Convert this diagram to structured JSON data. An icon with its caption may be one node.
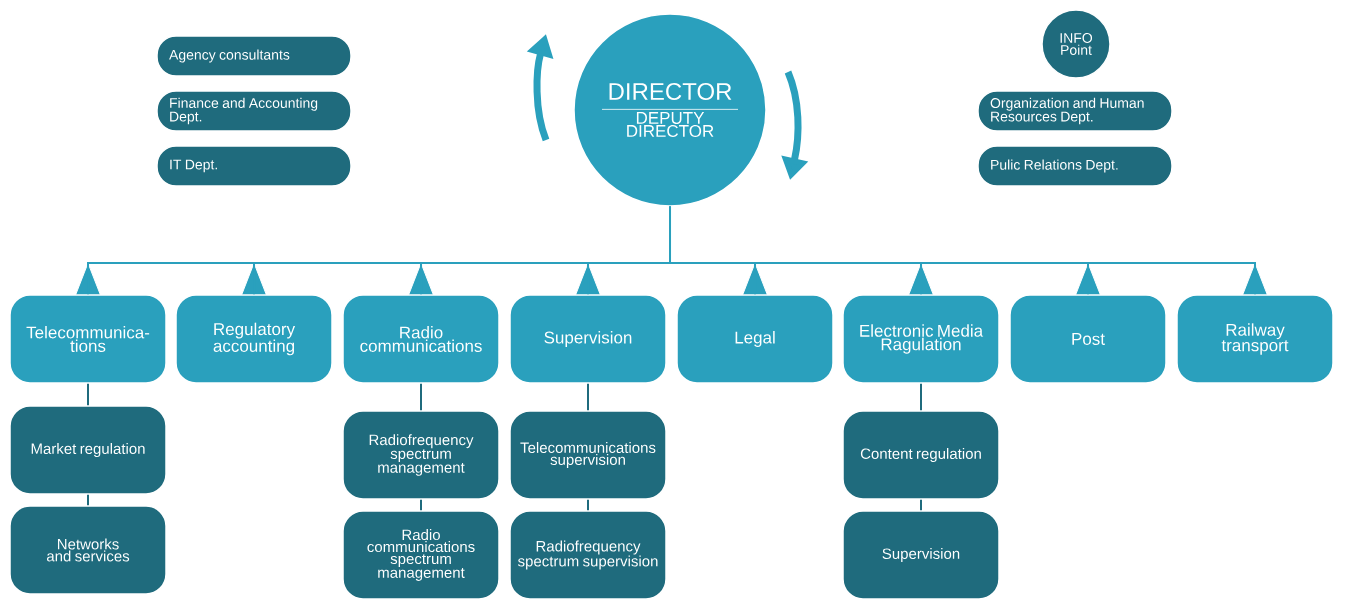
{
  "diagram": {
    "nodes": [
      {
        "text": [
          "DIRECTOR",
          "DEPUTY DIRECTOR"
        ]
      },
      {
        "text": [
          "Agency consultants"
        ]
      },
      {
        "text": [
          "Finance and Accounting Dept."
        ]
      },
      {
        "text": [
          "IT Dept."
        ]
      },
      {
        "text": [
          "INFO Point"
        ]
      },
      {
        "text": [
          "Organization and Human Resources Dept."
        ]
      },
      {
        "text": [
          "Pulic Relations Dept."
        ]
      },
      {
        "text": [
          "Telecommunica-tions"
        ]
      },
      {
        "text": [
          "Regulatory accounting"
        ]
      },
      {
        "text": [
          "Radio communications"
        ]
      },
      {
        "text": [
          "Supervision"
        ]
      },
      {
        "text": [
          "Legal"
        ]
      },
      {
        "text": [
          "Electronic Media Ragulation"
        ]
      },
      {
        "text": [
          "Post"
        ]
      },
      {
        "text": [
          "Railway transport"
        ]
      },
      {
        "text": [
          "Market regulation"
        ]
      },
      {
        "text": [
          "Networks and services"
        ]
      },
      {
        "text": [
          "Radiofrequency spectrum management"
        ]
      },
      {
        "text": [
          "Radio communications spectrum management"
        ]
      },
      {
        "text": [
          "Telecommunications supervision"
        ]
      },
      {
        "text": [
          "Radiofrequency spectrum supervision"
        ]
      },
      {
        "text": [
          "Content regulation"
        ]
      },
      {
        "text": [
          "Supervision"
        ]
      }
    ],
    "edges": [
      {
        "from": 0,
        "to": 7,
        "arrow": "none"
      },
      {
        "from": 0,
        "to": 8,
        "arrow": "none"
      },
      {
        "from": 0,
        "to": 9,
        "arrow": "none"
      },
      {
        "from": 0,
        "to": 10,
        "arrow": "none"
      },
      {
        "from": 0,
        "to": 11,
        "arrow": "none"
      },
      {
        "from": 0,
        "to": 12,
        "arrow": "none"
      },
      {
        "from": 0,
        "to": 13,
        "arrow": "none"
      },
      {
        "from": 0,
        "to": 14,
        "arrow": "none"
      },
      {
        "from": 7,
        "to": 15,
        "arrow": "none"
      },
      {
        "from": 15,
        "to": 16,
        "arrow": "none"
      },
      {
        "from": 9,
        "to": 17,
        "arrow": "none"
      },
      {
        "from": 17,
        "to": 18,
        "arrow": "none"
      },
      {
        "from": 10,
        "to": 19,
        "arrow": "none"
      },
      {
        "from": 19,
        "to": 20,
        "arrow": "none"
      },
      {
        "from": 12,
        "to": 21,
        "arrow": "none"
      },
      {
        "from": 21,
        "to": 22,
        "arrow": "none"
      }
    ]
  }
}
